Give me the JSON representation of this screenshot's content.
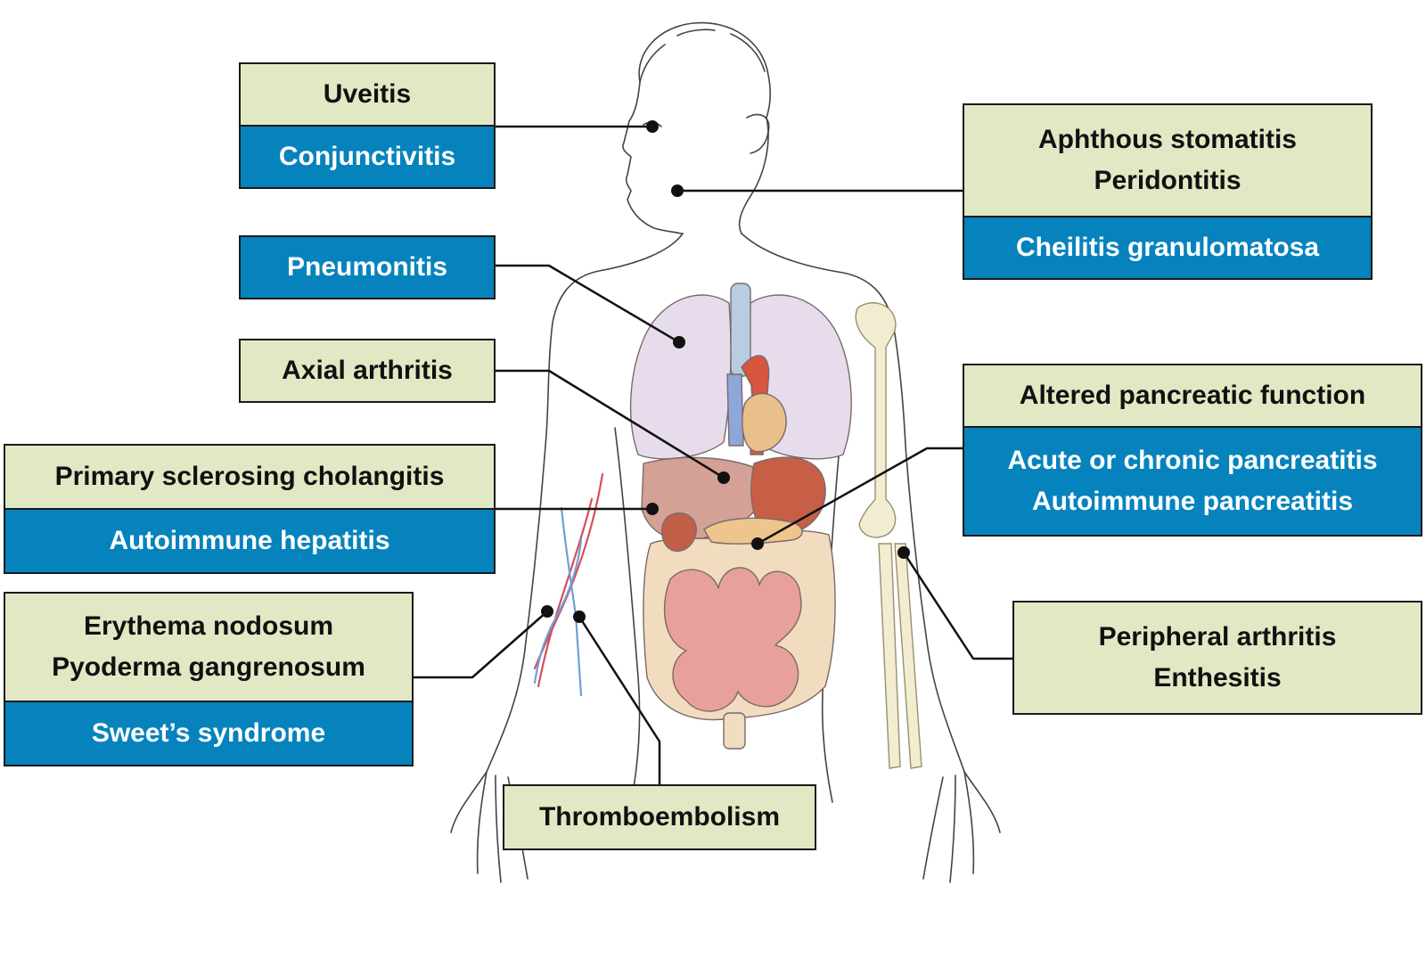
{
  "colors": {
    "manifestation_box": "#e1e8c4",
    "associated_box": "#0683bd",
    "associated_text": "#ffffff",
    "leader_line": "#111111",
    "lungs": "#e7dcec",
    "liver": "#c98a7c",
    "stomach": "#c75f47",
    "intestines": "#e8a09a",
    "colon": "#f1dcc0",
    "bone": "#f2ecd0",
    "artery": "#d64d5a",
    "vein": "#6f9fd4"
  },
  "labels": {
    "uveitis": {
      "primary": [
        "Uveitis"
      ],
      "secondary": [
        "Conjunctivitis"
      ]
    },
    "mouth": {
      "primary": [
        "Aphthous stomatitis",
        "Peridontitis"
      ],
      "secondary": [
        "Cheilitis granulomatosa"
      ]
    },
    "lung": {
      "secondary": [
        "Pneumonitis"
      ]
    },
    "axial": {
      "primary": [
        "Axial arthritis"
      ]
    },
    "pancreas": {
      "primary": [
        "Altered pancreatic function"
      ],
      "secondary": [
        "Acute or chronic pancreatitis",
        "Autoimmune pancreatitis"
      ]
    },
    "liver": {
      "primary": [
        "Primary sclerosing cholangitis"
      ],
      "secondary": [
        "Autoimmune hepatitis"
      ]
    },
    "skin": {
      "primary": [
        "Erythema nodosum",
        "Pyoderma gangrenosum"
      ],
      "secondary": [
        "Sweet’s syndrome"
      ]
    },
    "joint": {
      "primary": [
        "Peripheral arthritis",
        "Enthesitis"
      ]
    },
    "thrombo": {
      "primary": [
        "Thromboembolism"
      ]
    }
  }
}
